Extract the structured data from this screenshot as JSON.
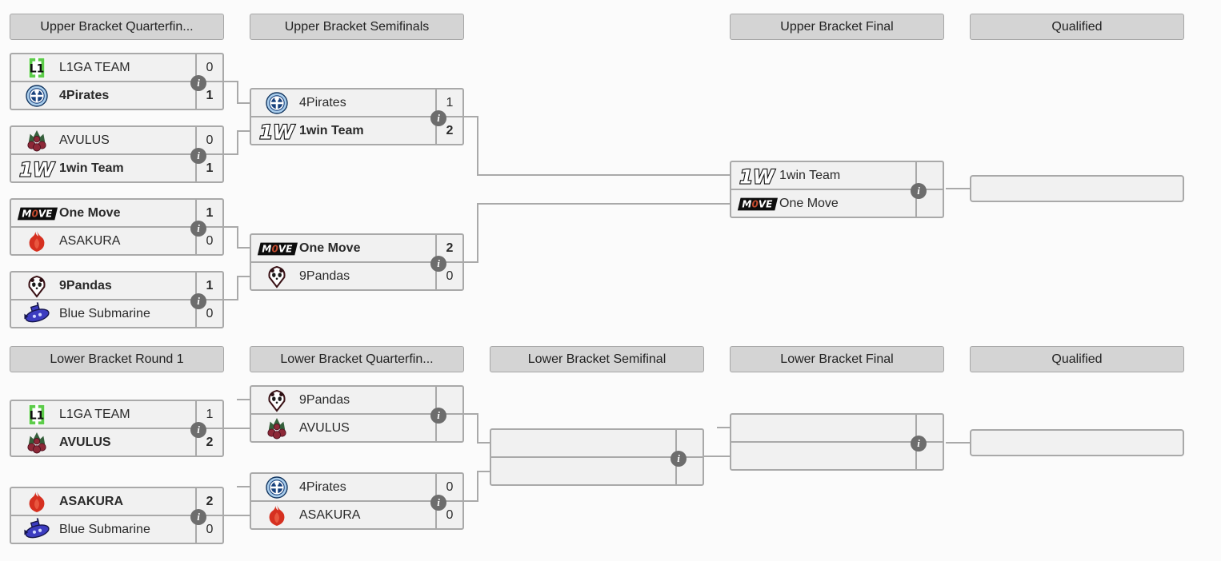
{
  "headers": {
    "ub_qf": "Upper Bracket Quarterfin...",
    "ub_sf": "Upper Bracket Semifinals",
    "ub_f": "Upper Bracket Final",
    "qualified_upper": "Qualified",
    "lb_r1": "Lower Bracket Round 1",
    "lb_qf": "Lower Bracket Quarterfin...",
    "lb_sf": "Lower Bracket Semifinal",
    "lb_f": "Lower Bracket Final",
    "qualified_lower": "Qualified"
  },
  "ui": {
    "info_glyph": "i"
  },
  "colors": {
    "header_bg": "#d4d4d4",
    "box_bg": "#f1f1f1",
    "border": "#a9a9a9",
    "info_bg": "#6d6d6d",
    "l1ga_green": "#5ccc49",
    "pirates_blue": "#17407c",
    "avulus_red": "#8d2837",
    "asakura_red": "#d63020",
    "move_red": "#bf4a2e",
    "submarine_blue": "#3c3cc0"
  },
  "matches": {
    "ub_qf1": {
      "top": {
        "name": "L1GA TEAM",
        "score": "0",
        "winner": false,
        "logo": "l1ga-team-logo"
      },
      "bottom": {
        "name": "4Pirates",
        "score": "1",
        "winner": true,
        "logo": "4pirates-logo"
      }
    },
    "ub_qf2": {
      "top": {
        "name": "AVULUS",
        "score": "0",
        "winner": false,
        "logo": "avulus-logo"
      },
      "bottom": {
        "name": "1win Team",
        "score": "1",
        "winner": true,
        "logo": "1win-team-logo"
      }
    },
    "ub_qf3": {
      "top": {
        "name": "One Move",
        "score": "1",
        "winner": true,
        "logo": "one-move-logo"
      },
      "bottom": {
        "name": "ASAKURA",
        "score": "0",
        "winner": false,
        "logo": "asakura-logo"
      }
    },
    "ub_qf4": {
      "top": {
        "name": "9Pandas",
        "score": "1",
        "winner": true,
        "logo": "9pandas-logo"
      },
      "bottom": {
        "name": "Blue Submarine",
        "score": "0",
        "winner": false,
        "logo": "blue-submarine-logo"
      }
    },
    "ub_sf1": {
      "top": {
        "name": "4Pirates",
        "score": "1",
        "winner": false,
        "logo": "4pirates-logo"
      },
      "bottom": {
        "name": "1win Team",
        "score": "2",
        "winner": true,
        "logo": "1win-team-logo"
      }
    },
    "ub_sf2": {
      "top": {
        "name": "One Move",
        "score": "2",
        "winner": true,
        "logo": "one-move-logo"
      },
      "bottom": {
        "name": "9Pandas",
        "score": "0",
        "winner": false,
        "logo": "9pandas-logo"
      }
    },
    "ub_final": {
      "top": {
        "name": "1win Team",
        "score": "",
        "winner": false,
        "logo": "1win-team-logo"
      },
      "bottom": {
        "name": "One Move",
        "score": "",
        "winner": false,
        "logo": "one-move-logo"
      }
    },
    "lb_r1m1": {
      "top": {
        "name": "L1GA TEAM",
        "score": "1",
        "winner": false,
        "logo": "l1ga-team-logo"
      },
      "bottom": {
        "name": "AVULUS",
        "score": "2",
        "winner": true,
        "logo": "avulus-logo"
      }
    },
    "lb_r1m2": {
      "top": {
        "name": "ASAKURA",
        "score": "2",
        "winner": true,
        "logo": "asakura-logo"
      },
      "bottom": {
        "name": "Blue Submarine",
        "score": "0",
        "winner": false,
        "logo": "blue-submarine-logo"
      }
    },
    "lb_qf1": {
      "top": {
        "name": "9Pandas",
        "score": "",
        "winner": false,
        "logo": "9pandas-logo"
      },
      "bottom": {
        "name": "AVULUS",
        "score": "",
        "winner": false,
        "logo": "avulus-logo"
      }
    },
    "lb_qf2": {
      "top": {
        "name": "4Pirates",
        "score": "0",
        "winner": false,
        "logo": "4pirates-logo"
      },
      "bottom": {
        "name": "ASAKURA",
        "score": "0",
        "winner": false,
        "logo": "asakura-logo"
      }
    },
    "lb_sf": {
      "top": {
        "name": "",
        "score": "",
        "winner": false,
        "logo": ""
      },
      "bottom": {
        "name": "",
        "score": "",
        "winner": false,
        "logo": ""
      }
    },
    "lb_final": {
      "top": {
        "name": "",
        "score": "",
        "winner": false,
        "logo": ""
      },
      "bottom": {
        "name": "",
        "score": "",
        "winner": false,
        "logo": ""
      }
    }
  },
  "qualified": {
    "upper": "",
    "lower": ""
  }
}
